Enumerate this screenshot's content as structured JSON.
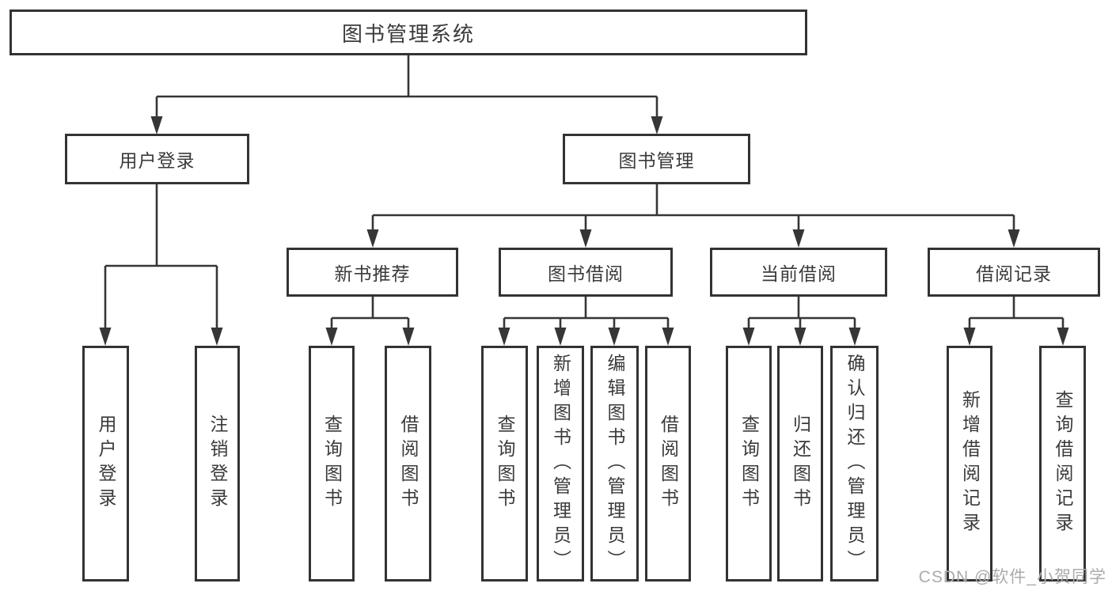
{
  "nodes": {
    "root": "图书管理系统",
    "user_login": "用户登录",
    "book_management": "图书管理",
    "new_book_recommend": "新书推荐",
    "book_borrowing": "图书借阅",
    "current_borrowing": "当前借阅",
    "borrowing_records": "借阅记录"
  },
  "leaves": {
    "under_user_login": [
      "用户登录",
      "注销登录"
    ],
    "under_new_book_recommend": [
      "查询图书",
      "借阅图书"
    ],
    "under_book_borrowing": [
      "查询图书",
      "新增图书（管理员）",
      "编辑图书（管理员）",
      "借阅图书"
    ],
    "under_current_borrowing": [
      "查询图书",
      "归还图书",
      "确认归还（管理员）"
    ],
    "under_borrowing_records": [
      "新增借阅记录",
      "查询借阅记录"
    ]
  },
  "watermark": "CSDN @软件_小贺同学",
  "colors": {
    "line": "#363636",
    "border": "#333333",
    "text": "#3a3a3a",
    "background": "#ffffff",
    "watermark": "#ababab"
  }
}
